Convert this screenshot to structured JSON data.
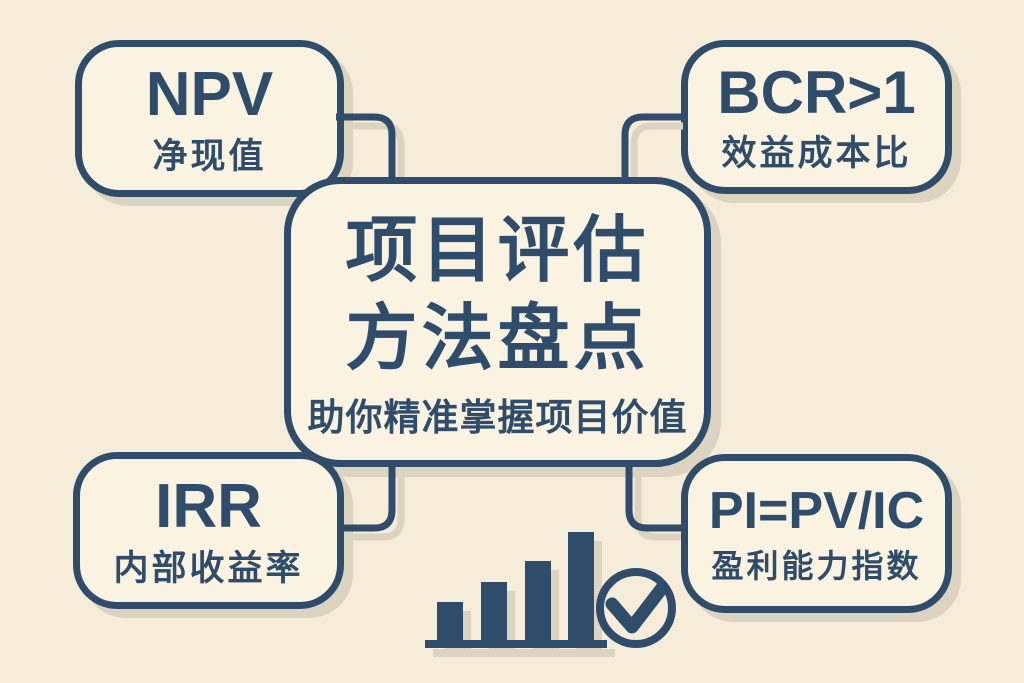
{
  "palette": {
    "ink_navy": "#2f4d6a",
    "background": "#f5ecd9",
    "card_fill": "#faf3e2",
    "shadow": "#dcd3c0"
  },
  "center_card": {
    "title_line1": "项目评估",
    "title_line2": "方法盘点",
    "subtitle": "助你精准掌握项目价值"
  },
  "nodes": {
    "npv": {
      "abbr": "NPV",
      "label": "净现值"
    },
    "bcr": {
      "abbr": "BCR>1",
      "label": "效益成本比"
    },
    "irr": {
      "abbr": "IRR",
      "label": "内部收益率"
    },
    "pi": {
      "abbr": "PI=PV/IC",
      "label": "盈利能力指数"
    }
  },
  "icons": {
    "bar_chart": "bar-chart-icon",
    "check_circle": "check-circle-icon"
  }
}
